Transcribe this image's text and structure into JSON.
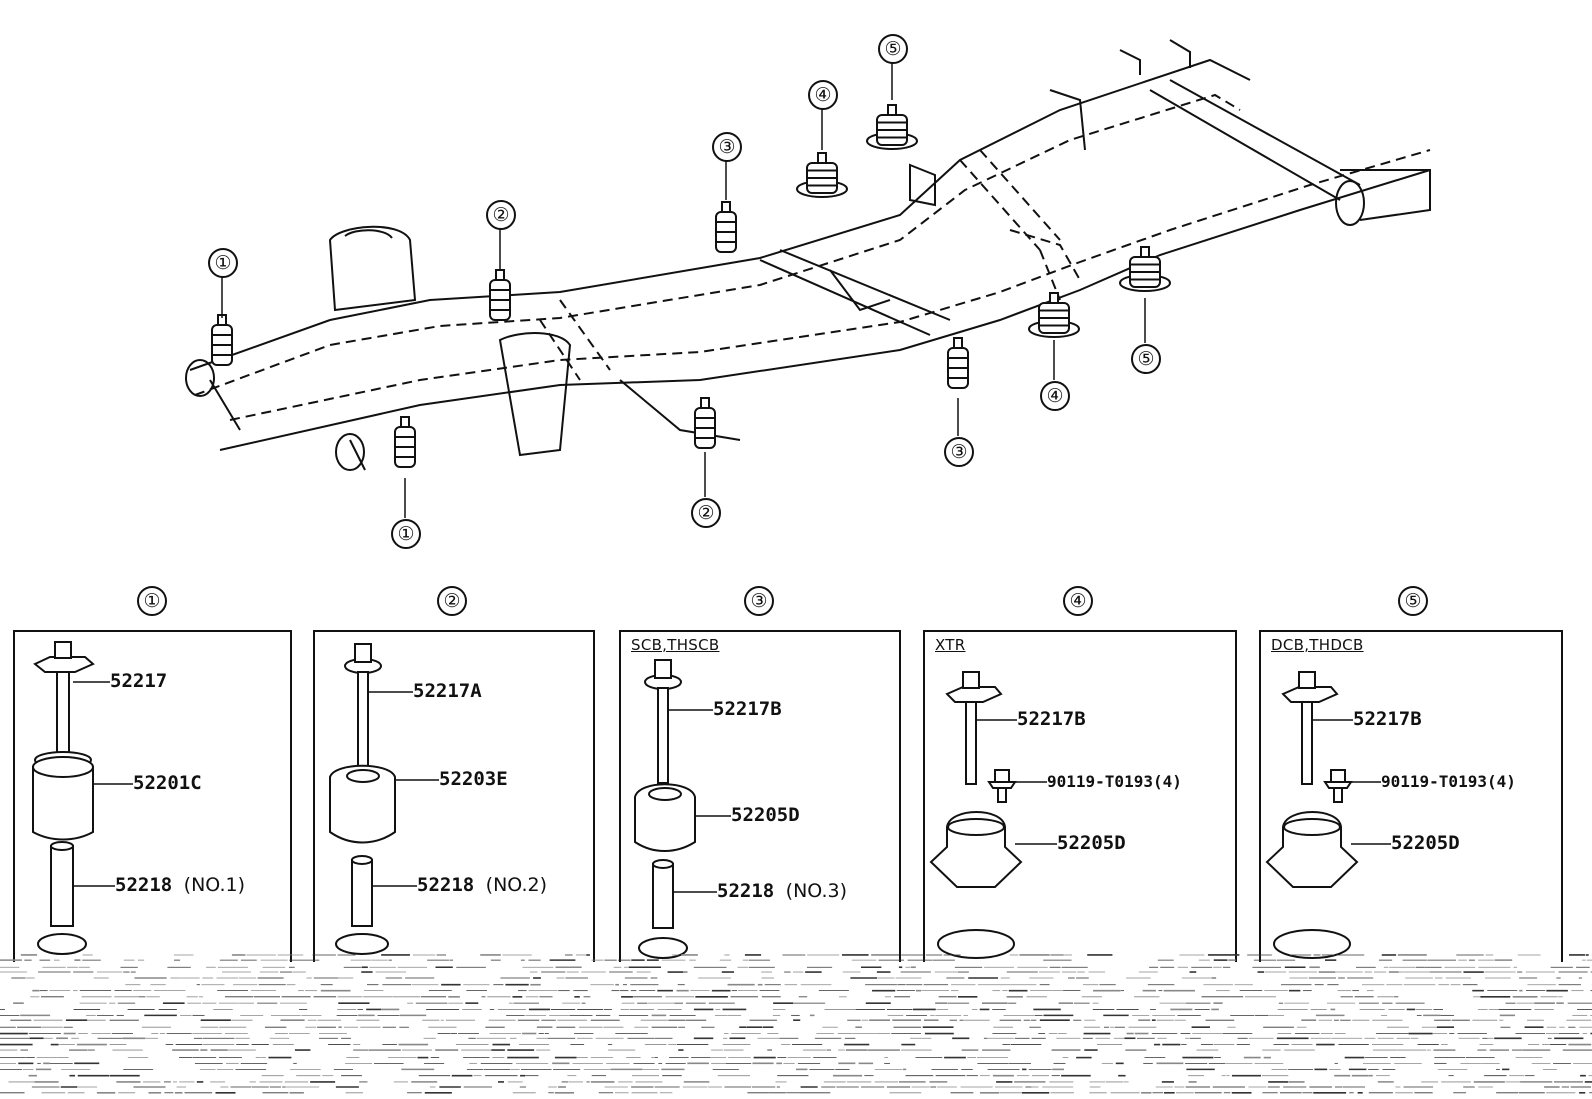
{
  "diagram": {
    "callouts": [
      "①",
      "②",
      "③",
      "④",
      "⑤"
    ]
  },
  "panels": [
    {
      "number": "①",
      "variant": "",
      "parts": [
        {
          "id": "bolt",
          "label": "52217",
          "sub": ""
        },
        {
          "id": "cushion",
          "label": "52201C",
          "sub": ""
        },
        {
          "id": "collar",
          "label": "52218",
          "sub": "(NO.1)"
        }
      ]
    },
    {
      "number": "②",
      "variant": "",
      "parts": [
        {
          "id": "bolt",
          "label": "52217A",
          "sub": ""
        },
        {
          "id": "cushion",
          "label": "52203E",
          "sub": ""
        },
        {
          "id": "collar",
          "label": "52218",
          "sub": "(NO.2)"
        }
      ]
    },
    {
      "number": "③",
      "variant": "SCB,THSCB",
      "parts": [
        {
          "id": "bolt",
          "label": "52217B",
          "sub": ""
        },
        {
          "id": "cushion",
          "label": "52205D",
          "sub": ""
        },
        {
          "id": "collar",
          "label": "52218",
          "sub": "(NO.3)"
        }
      ]
    },
    {
      "number": "④",
      "variant": "XTR",
      "parts": [
        {
          "id": "bolt",
          "label": "52217B",
          "sub": ""
        },
        {
          "id": "small-bolt",
          "label": "90119-T0193(4)",
          "sub": ""
        },
        {
          "id": "cushion",
          "label": "52205D",
          "sub": ""
        }
      ]
    },
    {
      "number": "⑤",
      "variant": "DCB,THDCB",
      "parts": [
        {
          "id": "bolt",
          "label": "52217B",
          "sub": ""
        },
        {
          "id": "small-bolt",
          "label": "90119-T0193(4)",
          "sub": ""
        },
        {
          "id": "cushion",
          "label": "52205D",
          "sub": ""
        }
      ]
    }
  ]
}
